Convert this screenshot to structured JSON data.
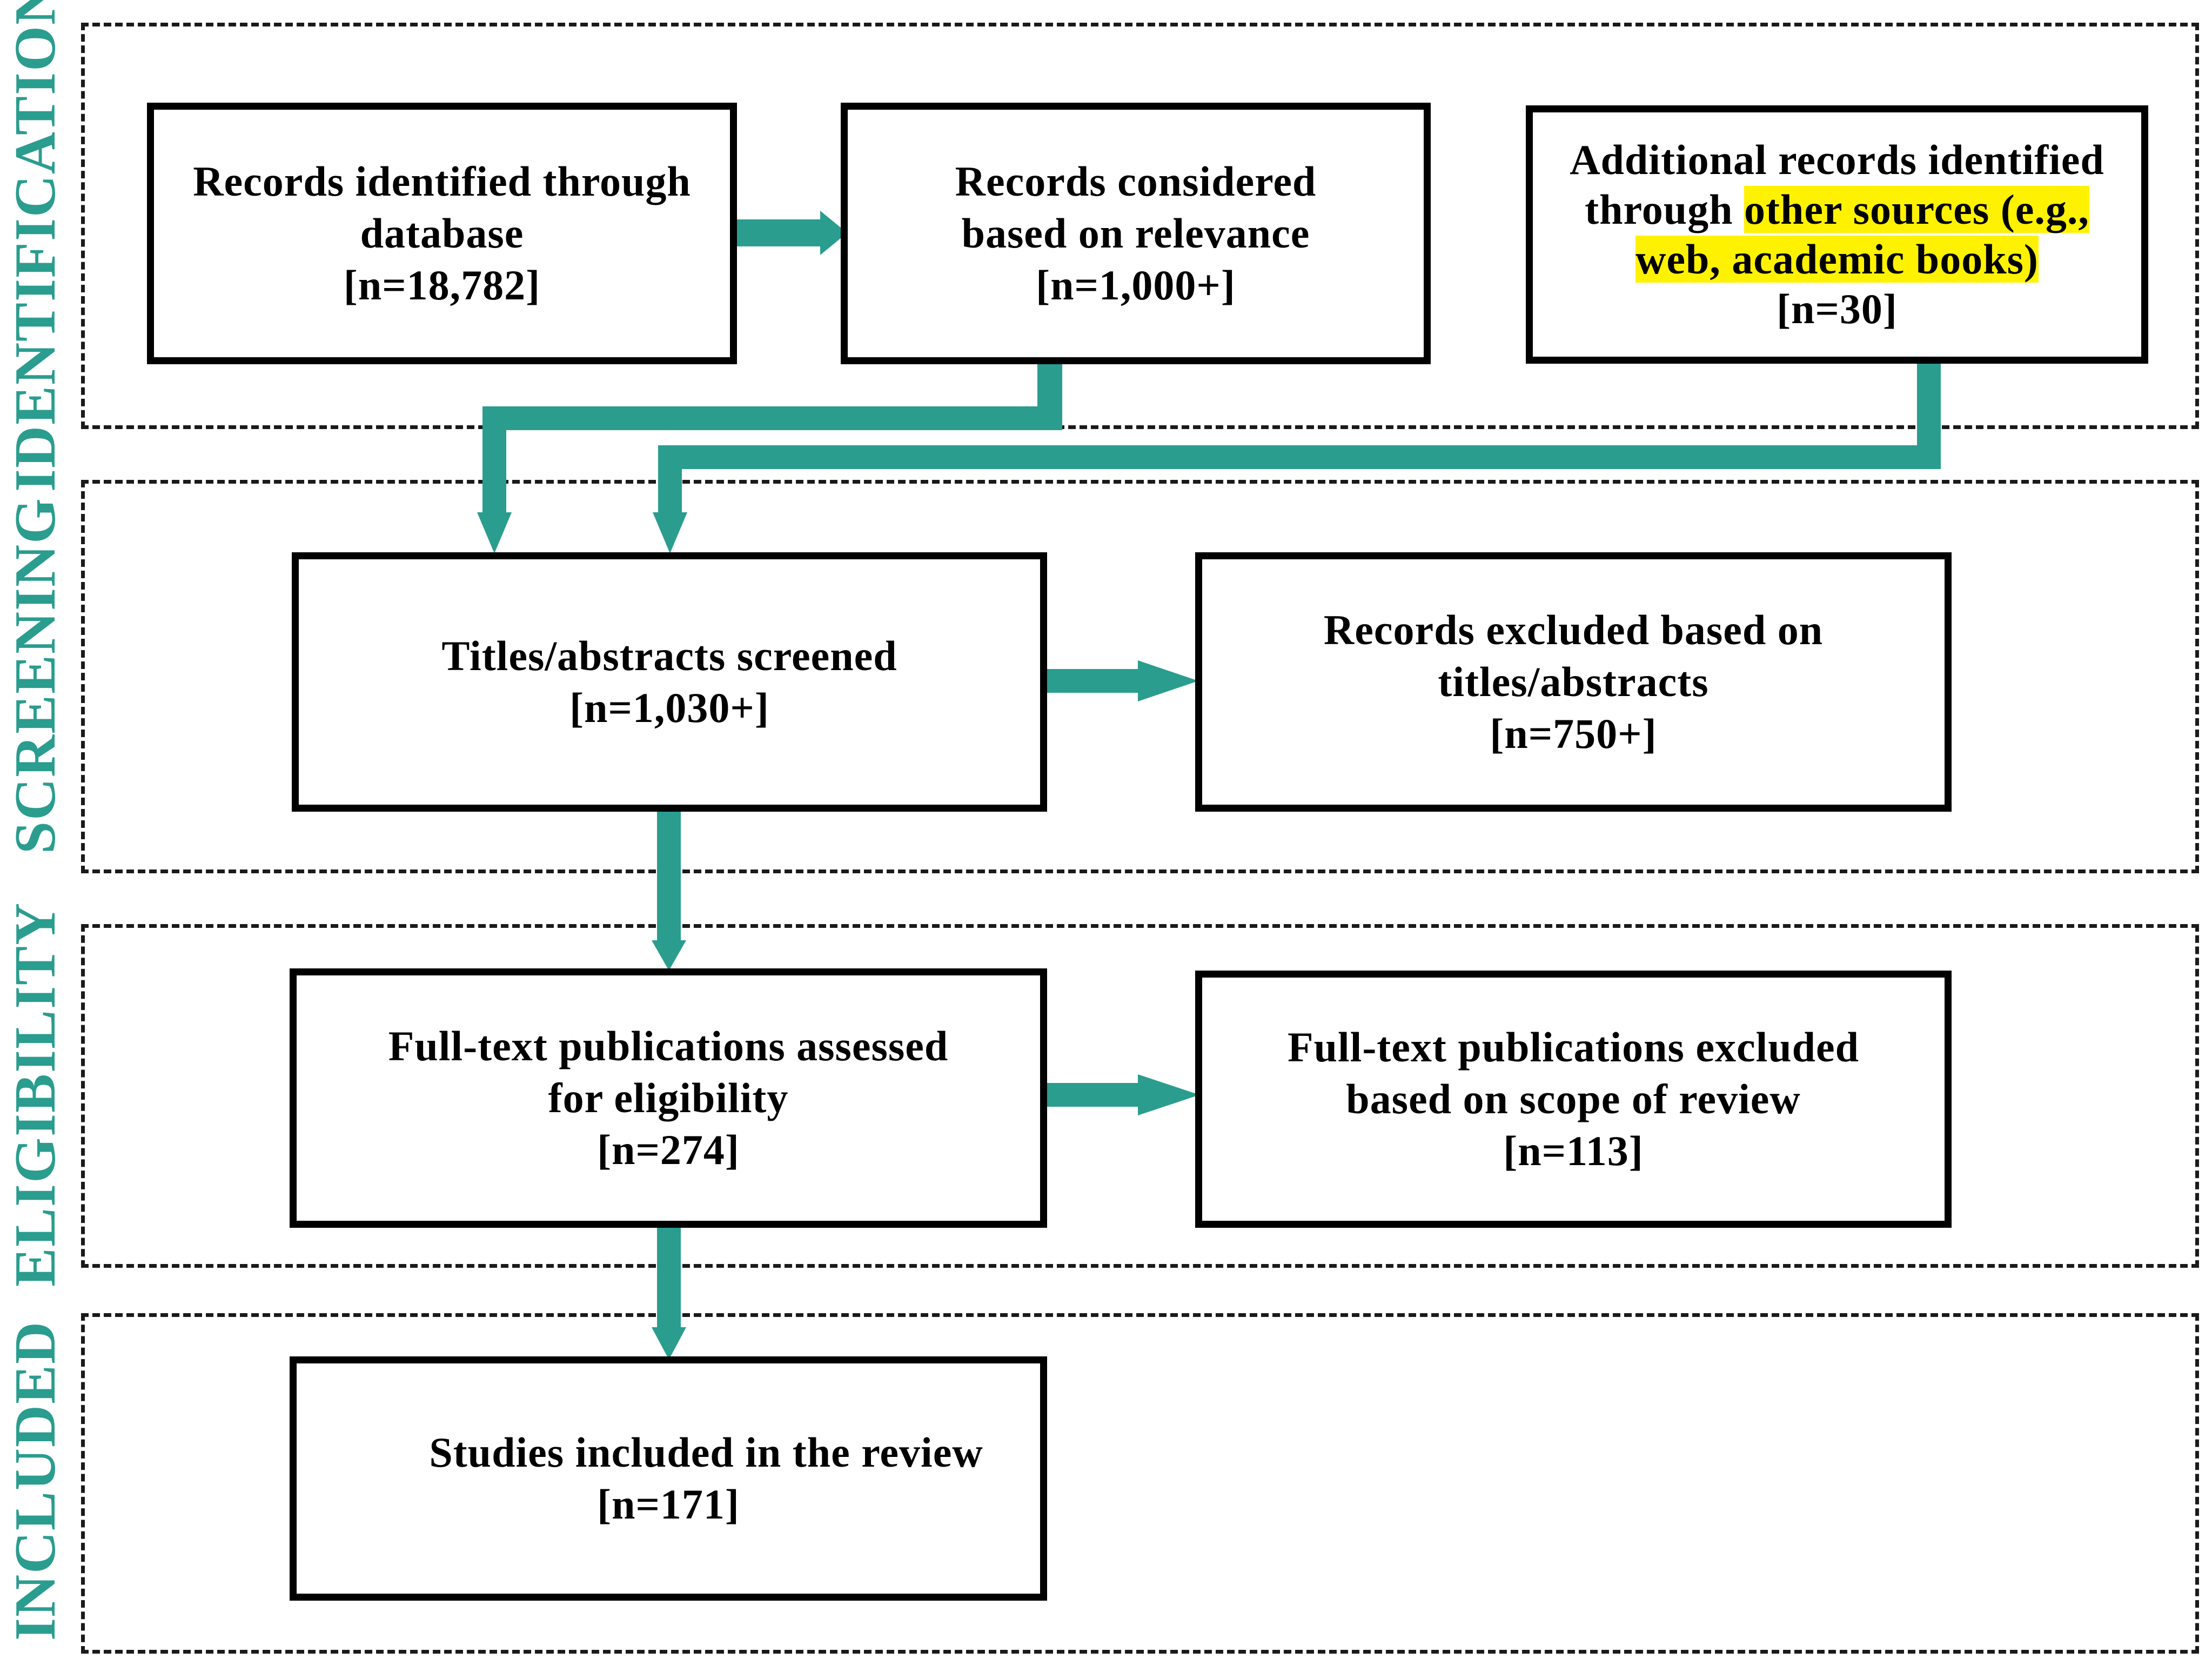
{
  "colors": {
    "arrow": "#2a9d8f",
    "label": "#2a9d8f",
    "highlight": "#fff200",
    "border": "#000000"
  },
  "stages": {
    "identification": "IDENTIFICATION",
    "screening": "SCREENING",
    "eligibility": "ELIGIBILITY",
    "included": "INCLUDED"
  },
  "boxes": {
    "records_database": {
      "line1": "Records identified through",
      "line2": "database",
      "count": "[n=18,782]"
    },
    "records_relevance": {
      "line1": "Records considered",
      "line2": "based on relevance",
      "count": "[n=1,000+]"
    },
    "additional_records": {
      "line1": "Additional records identified",
      "line2a": "through ",
      "line2b": "other sources (e.g.,",
      "line3": "web, academic books)",
      "count": "[n=30]"
    },
    "titles_screened": {
      "line1": "Titles/abstracts screened",
      "count": "[n=1,030+]"
    },
    "records_excluded": {
      "line1": "Records excluded based on",
      "line2": "titles/abstracts",
      "count": "[n=750+]"
    },
    "fulltext_assessed": {
      "line1": "Full-text publications assessed",
      "line2": "for eligibility",
      "count": "[n=274]"
    },
    "fulltext_excluded": {
      "line1": "Full-text publications excluded",
      "line2": "based on scope of review",
      "count": "[n=113]"
    },
    "studies_included": {
      "line1": "Studies included in the review",
      "count": "[n=171]"
    }
  }
}
